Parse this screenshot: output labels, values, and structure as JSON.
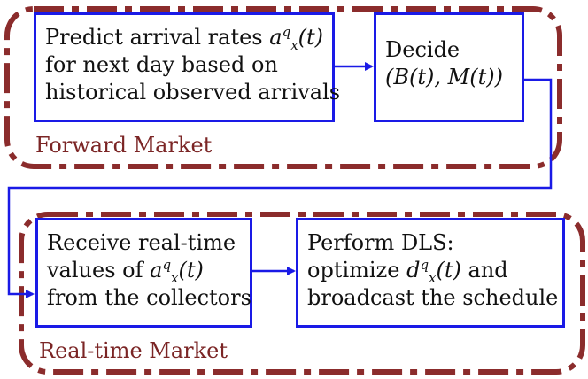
{
  "colors": {
    "region_border": "#8b2c2c",
    "box_border": "#1a1ae6",
    "arrow": "#1a1ae6",
    "label": "#7b2525"
  },
  "regions": {
    "forward_label": "Forward Market",
    "realtime_label": "Real-time Market"
  },
  "boxes": {
    "predict": {
      "line1": "Predict arrival rates",
      "math_base": "a",
      "math_sup": "q",
      "math_sub": "x",
      "math_arg": "(t)",
      "line2": "for next day based on",
      "line3": "historical observed arrivals"
    },
    "decide": {
      "line1": "Decide",
      "line2": "(B(t), M(t))"
    },
    "receive": {
      "line1": "Receive real-time",
      "line2_prefix": "values of",
      "math_base": "a",
      "math_sup": "q",
      "math_sub": "x",
      "math_arg": "(t)",
      "line3": "from the collectors"
    },
    "perform": {
      "line1": "Perform DLS:",
      "line2_prefix": "optimize",
      "math_base": "d",
      "math_sup": "q",
      "math_sub": "x",
      "math_arg": "(t)",
      "line2_suffix": "and",
      "line3": "broadcast the schedule"
    }
  }
}
